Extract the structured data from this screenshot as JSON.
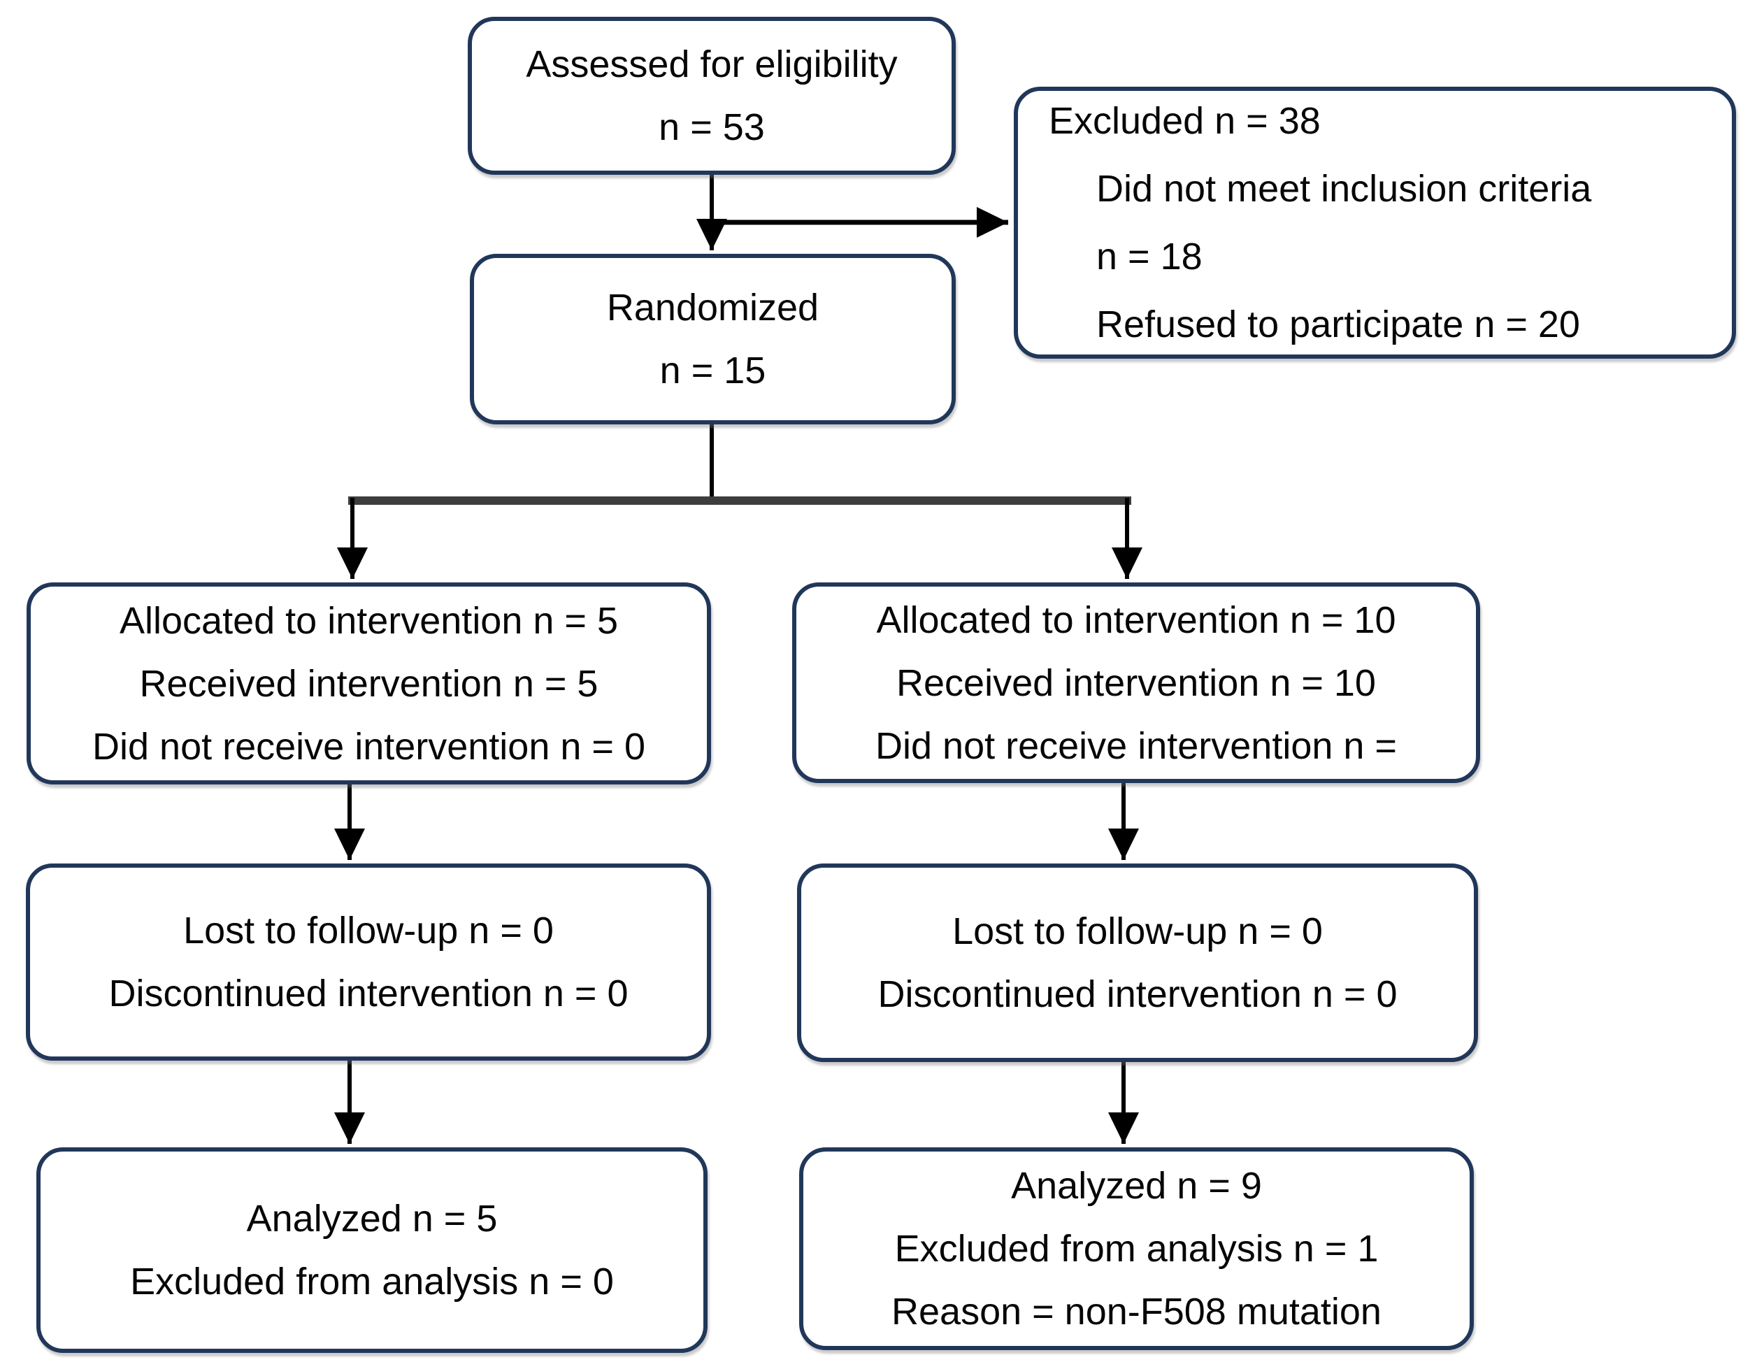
{
  "diagram": {
    "type": "consort-flow",
    "colors": {
      "background": "#ffffff",
      "box_border": "#21375a",
      "box_fill": "#ffffff",
      "connector": "#000000",
      "branch_line": "#3d3d3d",
      "text": "#060606"
    },
    "boxes": {
      "assessed": {
        "lines": [
          "Assessed for eligibility",
          "n = 53"
        ]
      },
      "excluded": {
        "lines": [
          "Excluded n = 38",
          "Did not meet inclusion criteria",
          "n = 18",
          "Refused to participate n = 20"
        ]
      },
      "randomized": {
        "lines": [
          "Randomized",
          "n = 15"
        ]
      },
      "alloc_left": {
        "lines": [
          "Allocated to intervention n = 5",
          "Received intervention n = 5",
          "Did not receive intervention n = 0"
        ]
      },
      "alloc_right": {
        "lines": [
          "Allocated to intervention n = 10",
          "Received intervention n = 10",
          "Did not receive intervention n ="
        ]
      },
      "followup_left": {
        "lines": [
          "Lost to follow-up n = 0",
          "Discontinued intervention n = 0"
        ]
      },
      "followup_right": {
        "lines": [
          "Lost to follow-up n = 0",
          "Discontinued intervention n = 0"
        ]
      },
      "analysis_left": {
        "lines": [
          "Analyzed n = 5",
          "Excluded from analysis n = 0"
        ]
      },
      "analysis_right": {
        "lines": [
          "Analyzed n = 9",
          "Excluded from analysis n = 1",
          "Reason = non-F508 mutation"
        ]
      }
    },
    "edges": [
      {
        "from": "assessed",
        "to": "randomized"
      },
      {
        "from": "assessed",
        "to": "excluded"
      },
      {
        "from": "randomized",
        "to": "alloc_left"
      },
      {
        "from": "randomized",
        "to": "alloc_right"
      },
      {
        "from": "alloc_left",
        "to": "followup_left"
      },
      {
        "from": "alloc_right",
        "to": "followup_right"
      },
      {
        "from": "followup_left",
        "to": "analysis_left"
      },
      {
        "from": "followup_right",
        "to": "analysis_right"
      }
    ]
  }
}
